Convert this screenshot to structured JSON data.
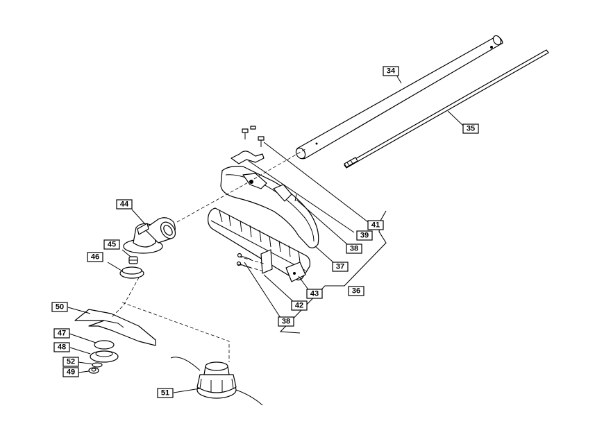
{
  "diagram": {
    "callouts": [
      {
        "id": "34",
        "label": "34"
      },
      {
        "id": "35",
        "label": "35"
      },
      {
        "id": "41",
        "label": "41"
      },
      {
        "id": "39",
        "label": "39"
      },
      {
        "id": "38a",
        "label": "38"
      },
      {
        "id": "37",
        "label": "37"
      },
      {
        "id": "36",
        "label": "36"
      },
      {
        "id": "43",
        "label": "43"
      },
      {
        "id": "42",
        "label": "42"
      },
      {
        "id": "38b",
        "label": "38"
      },
      {
        "id": "44",
        "label": "44"
      },
      {
        "id": "45",
        "label": "45"
      },
      {
        "id": "46",
        "label": "46"
      },
      {
        "id": "50",
        "label": "50"
      },
      {
        "id": "47",
        "label": "47"
      },
      {
        "id": "48",
        "label": "48"
      },
      {
        "id": "52",
        "label": "52"
      },
      {
        "id": "49",
        "label": "49"
      },
      {
        "id": "51",
        "label": "51"
      }
    ]
  }
}
